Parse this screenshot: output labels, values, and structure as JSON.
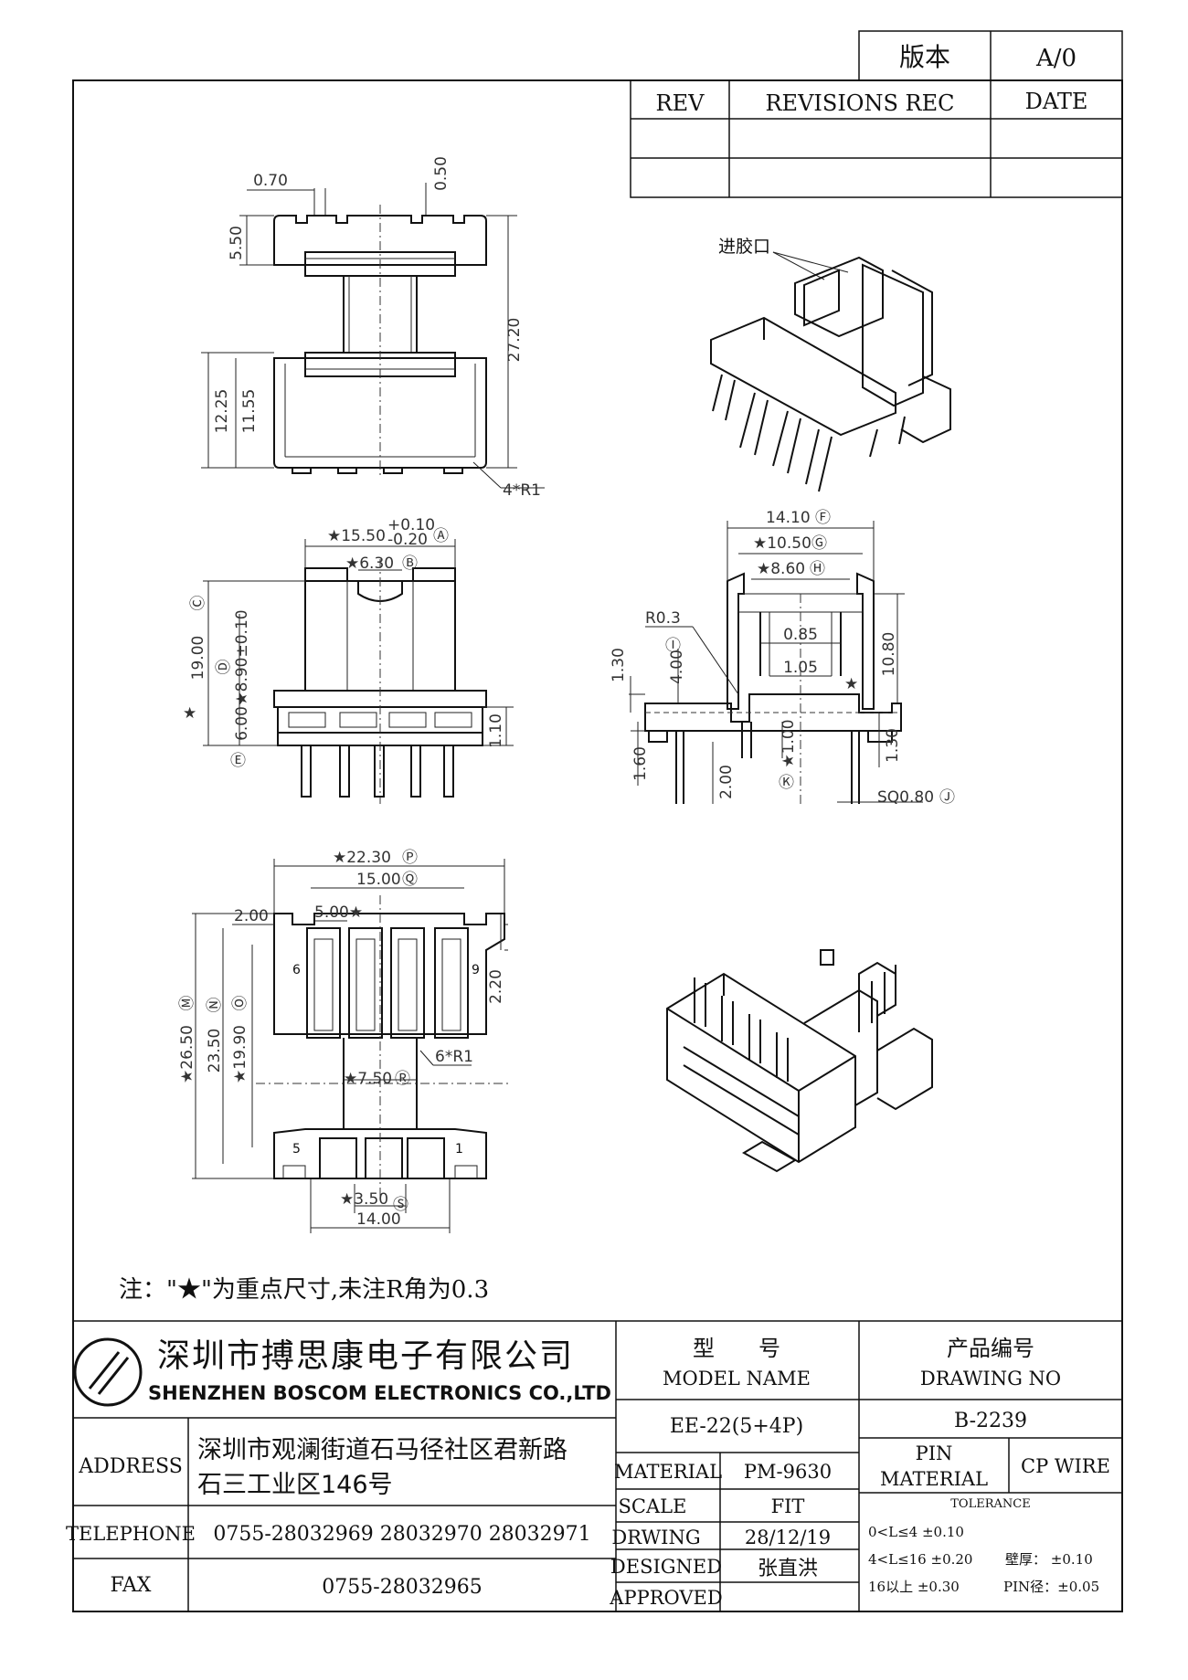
{
  "revision_box": {
    "label": "版本",
    "value": "A/0"
  },
  "revision_table": {
    "col_rev": "REV",
    "col_rec": "REVISIONS REC",
    "col_date": "DATE"
  },
  "note": "注：\"★\"为重点尺寸,未注R角为0.3",
  "iso_label": "进胶口",
  "dims": {
    "d070": "0.70",
    "d050": "0.50",
    "d550": "5.50",
    "d2720": "27.20",
    "d1225": "12.25",
    "d1155": "11.55",
    "r1": "4*R1",
    "dA_main": "★15.50",
    "dA_tol_up": "+0.10",
    "dA_tol_dn": "-0.20",
    "dA_tag": "Ⓐ",
    "dB": "★6.30",
    "dB_tag": "Ⓑ",
    "dC": "19.00",
    "dC_tag": "Ⓒ",
    "dD": "★8.90±0.10",
    "dD_tag": "Ⓓ",
    "dE": "6.00",
    "dE_tag": "Ⓔ",
    "d110": "1.10",
    "star": "★",
    "dF": "14.10",
    "dF_tag": "Ⓕ",
    "dG": "★10.50",
    "dG_tag": "Ⓖ",
    "dH": "★8.60",
    "dH_tag": "Ⓗ",
    "r03": "R0.3",
    "d085": "0.85",
    "d105": "1.05",
    "d130a": "1.30",
    "dI": "4.00",
    "dI_tag": "Ⓘ",
    "d1080": "10.80",
    "d160": "1.60",
    "d200": "2.00",
    "dK": "★1.00",
    "dK_tag": "Ⓚ",
    "d130b": "1.30",
    "dJ": "SQ0.80",
    "dJ_tag": "Ⓙ",
    "dP": "★22.30",
    "dP_tag": "Ⓟ",
    "dQ": "15.00",
    "dQ_tag": "Ⓠ",
    "d200b": "2.00",
    "d500": "5.00★",
    "d220": "2.20",
    "dM": "★26.50",
    "dM_tag": "Ⓜ",
    "dN": "23.50",
    "dN_tag": "Ⓝ",
    "dO": "★19.90",
    "dO_tag": "Ⓞ",
    "dR": "★7.50",
    "dR_tag": "Ⓡ",
    "r6": "6*R1",
    "dS": "★3.50",
    "dS_tag": "Ⓢ",
    "d1400": "14.00",
    "pin6": "6",
    "pin9": "9",
    "pin5": "5",
    "pin1": "1"
  },
  "title_block": {
    "company_cn": "深圳市搏思康电子有限公司",
    "company_en": "SHENZHEN BOSCOM ELECTRONICS CO.,LTD",
    "address_label": "ADDRESS",
    "address_line1": "深圳市观澜街道石马径社区君新路",
    "address_line2": "石三工业区146号",
    "telephone_label": "TELEPHONE",
    "telephone": "0755-28032969 28032970 28032971",
    "fax_label": "FAX",
    "fax": "0755-28032965",
    "model_label_cn": "型　　号",
    "model_label_en": "MODEL NAME",
    "model": "EE-22(5+4P)",
    "drawing_label_cn": "产品编号",
    "drawing_label_en": "DRAWING NO",
    "drawing_no": "B-2239",
    "material_label": "MATERIAL",
    "material": "PM-9630",
    "pin_material_label_1": "PIN",
    "pin_material_label_2": "MATERIAL",
    "pin_material": "CP WIRE",
    "scale_label": "SCALE",
    "scale": "FIT",
    "tolerance_label": "TOLERANCE",
    "drwing_label": "DRWING",
    "date": "28/12/19",
    "designed_label": "DESIGNED",
    "designer": "张直洪",
    "approved_label": "APPROVED",
    "tol1": "0<L≤4  ±0.10",
    "tol2": "4<L≤16 ±0.20",
    "tol3": "16以上    ±0.30",
    "wall": "壁厚：  ±0.10",
    "pin_dia": "PIN径：±0.05"
  }
}
